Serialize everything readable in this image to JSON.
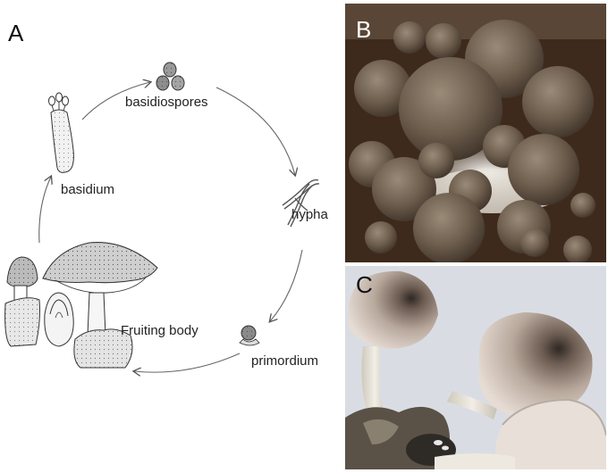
{
  "panels": {
    "a": {
      "label": "A"
    },
    "b": {
      "label": "B"
    },
    "c": {
      "label": "C"
    }
  },
  "stages": {
    "basidiospores": "basidiospores",
    "hypha": "hypha",
    "primordium": "primordium",
    "fruiting_body": "Fruiting body",
    "basidium": "basidium"
  },
  "colors": {
    "cap_brown": "#6e5a48",
    "soil": "#4a3324",
    "photo_c_background": "#d9dde3",
    "stalk": "#e6e1d6"
  }
}
